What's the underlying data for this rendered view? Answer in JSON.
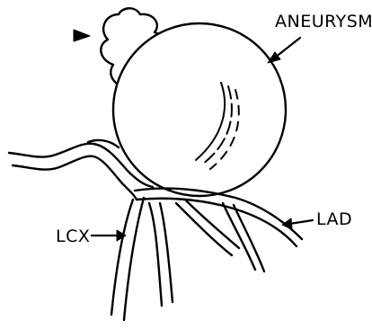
{
  "labels": {
    "aneurysm": "ANEURYSM",
    "lcx": "LCX",
    "lad": "LAD"
  },
  "colors": {
    "ink": "#000000",
    "background": "#ffffff"
  }
}
